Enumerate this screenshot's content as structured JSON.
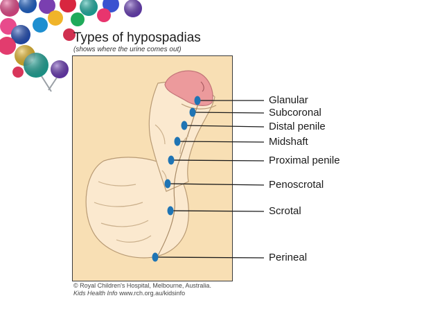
{
  "diagram": {
    "title": "Types of hypospadias",
    "subtitle": "(shows where the urine comes out)",
    "labels": [
      "Glanular",
      "Subcoronal",
      "Distal penile",
      "Midshaft",
      "Proximal penile",
      "Penoscrotal",
      "Scrotal",
      "Perineal"
    ],
    "credit": {
      "copyright": "© Royal Children's Hospital, Melbourne, Australia.",
      "source_name": "Kids Health Info",
      "source_url": "www.rch.org.au/kidsinfo"
    }
  },
  "colors": {
    "panel_background": "#f8dfb4",
    "skin": "#fbe9cf",
    "glans": "#ec9a9c",
    "marker": "#1f74b4",
    "leader_line": "#1a1a1a"
  }
}
